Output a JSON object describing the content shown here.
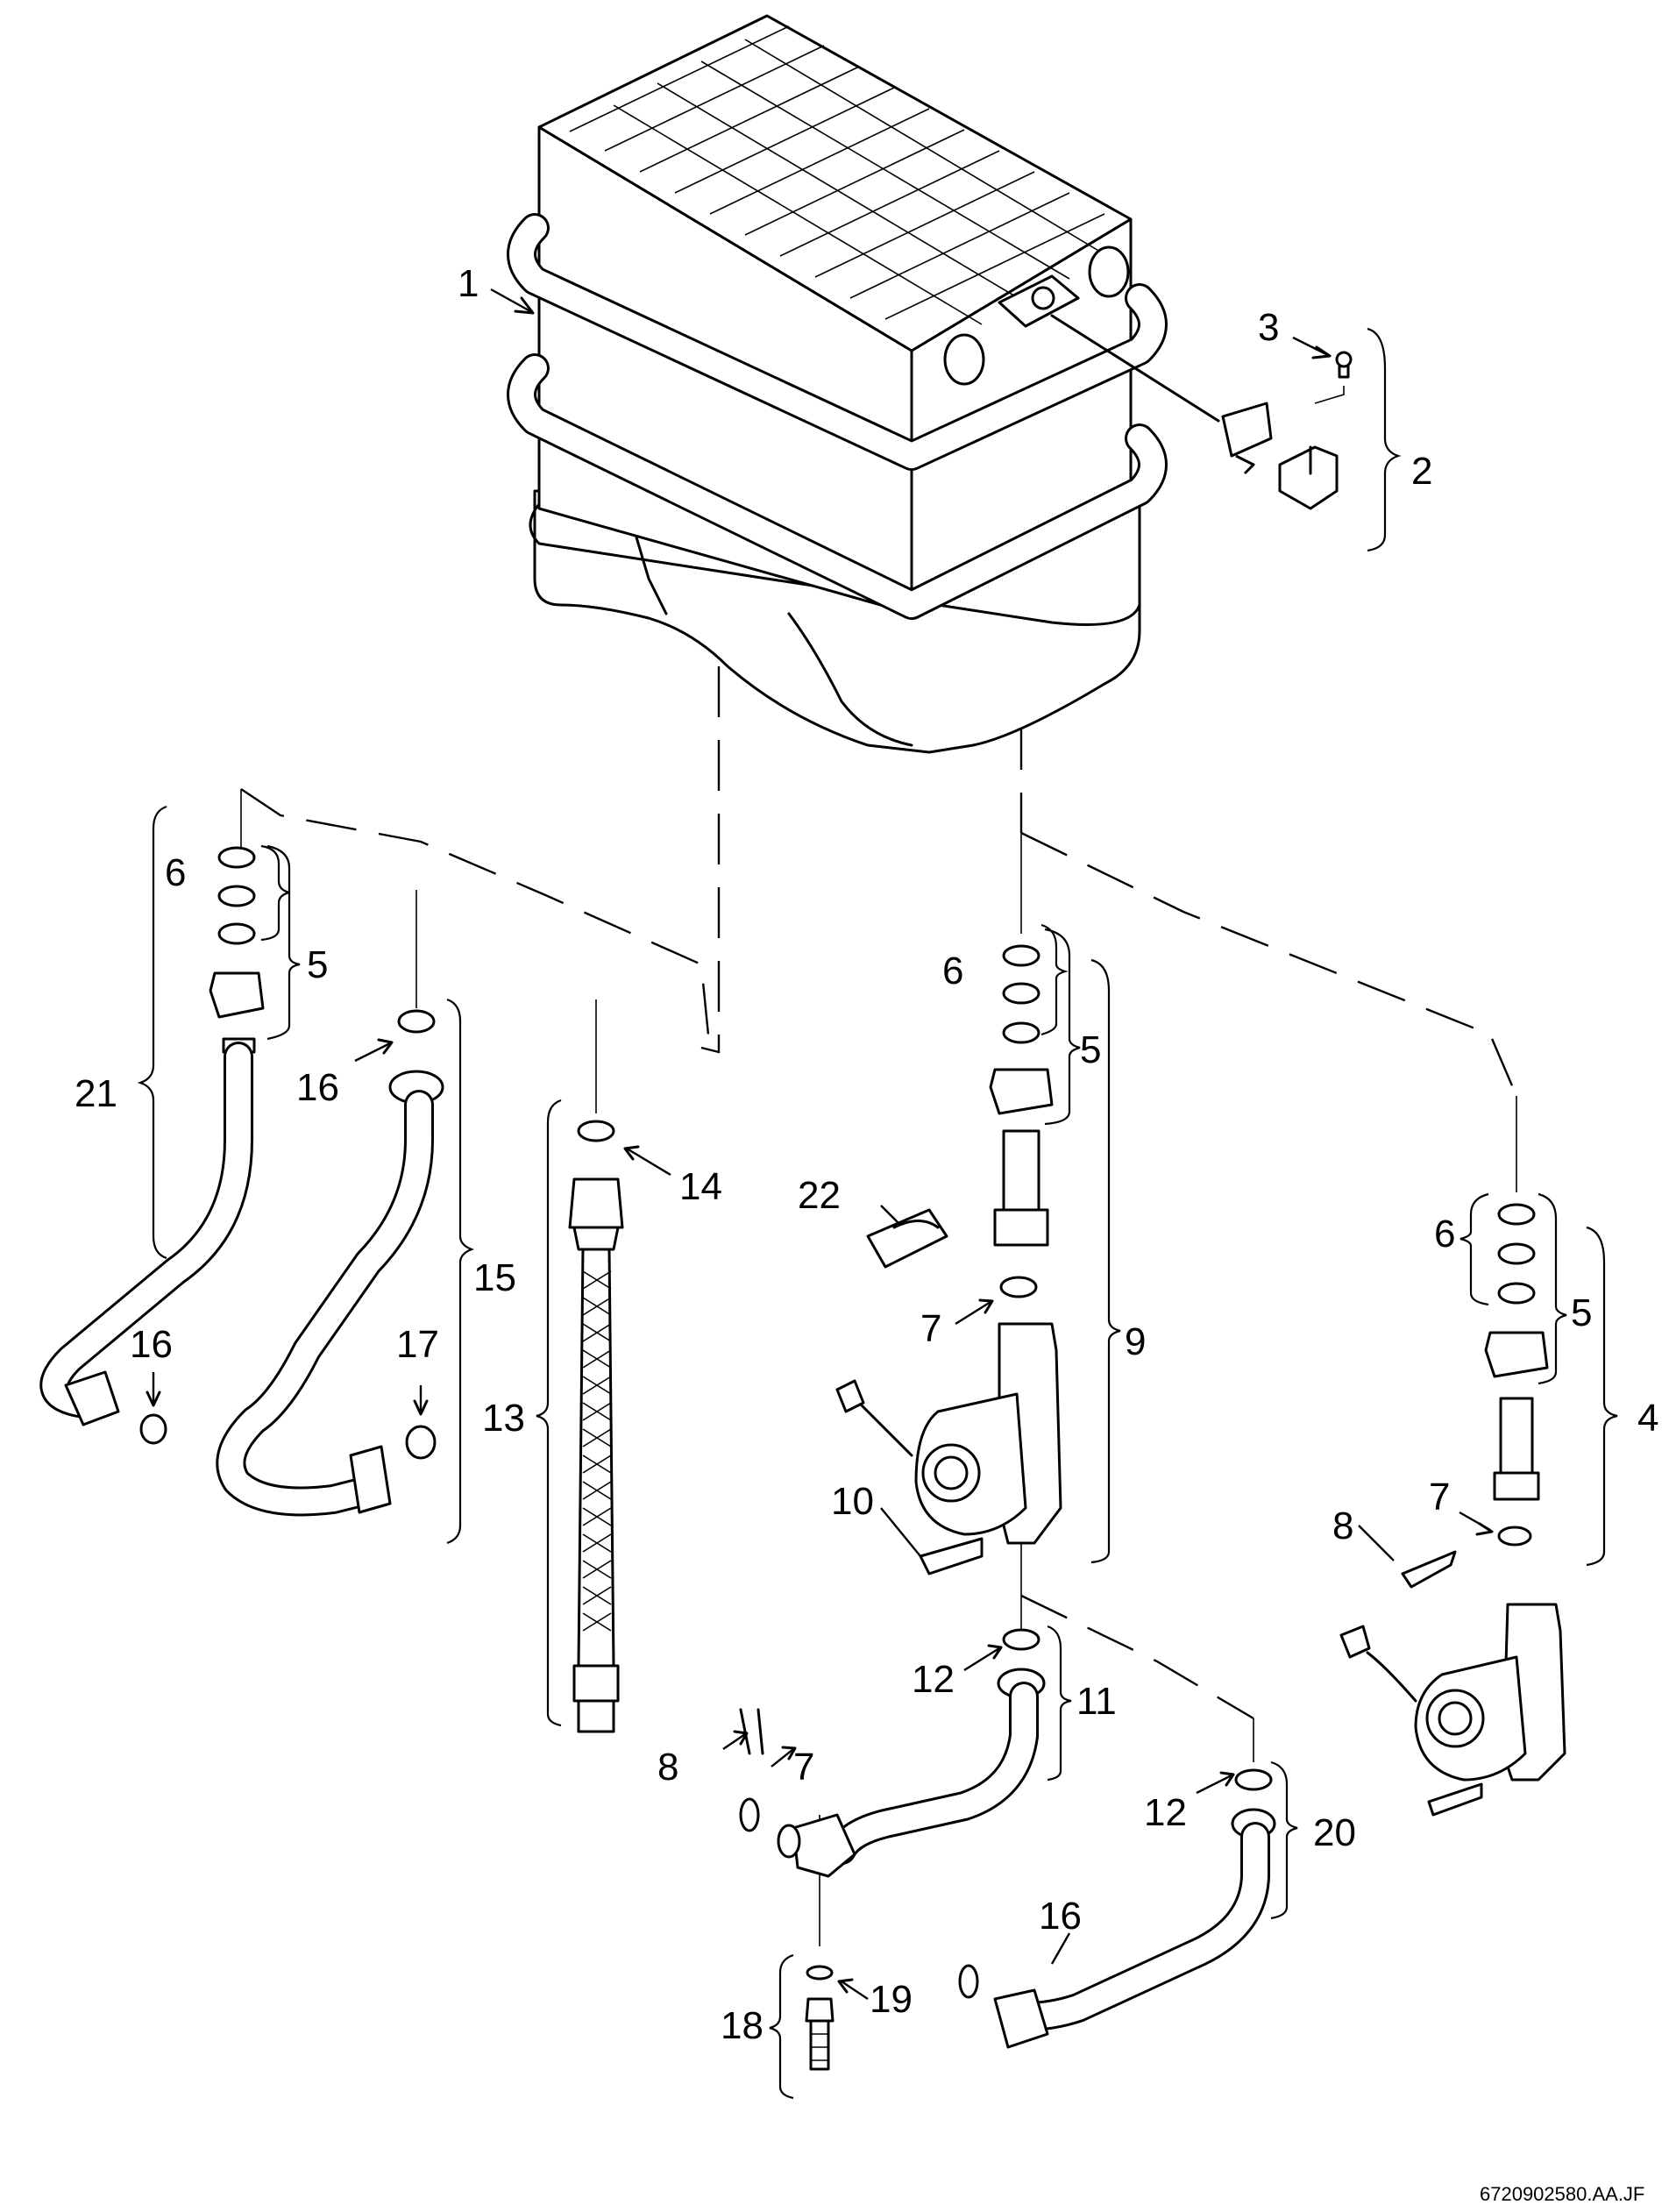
{
  "figure_reference": "6720902580.AA.JF",
  "part_labels": {
    "p1": "1",
    "p2": "2",
    "p3": "3",
    "p4": "4",
    "p5a": "5",
    "p5b": "5",
    "p5c": "5",
    "p6a": "6",
    "p6b": "6",
    "p6c": "6",
    "p7a": "7",
    "p7b": "7",
    "p7c": "7",
    "p8a": "8",
    "p8b": "8",
    "p9": "9",
    "p10": "10",
    "p11": "11",
    "p12a": "12",
    "p12b": "12",
    "p13": "13",
    "p14": "14",
    "p15": "15",
    "p16a": "16",
    "p16b": "16",
    "p16c": "16",
    "p17": "17",
    "p18": "18",
    "p19": "19",
    "p20": "20",
    "p21": "21",
    "p22": "22"
  }
}
